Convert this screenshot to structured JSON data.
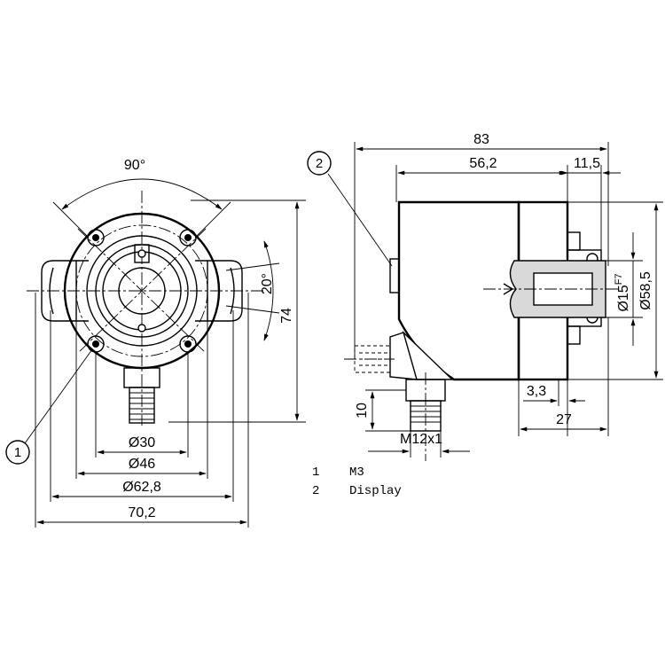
{
  "front_view": {
    "angle_top": "90°",
    "angle_side": "20°",
    "height": "74",
    "dia_30": "Ø30",
    "dia_46": "Ø46",
    "dia_62_8": "Ø62,8",
    "width_70_2": "70,2",
    "callout_1": "1"
  },
  "side_view": {
    "length_83": "83",
    "length_56_2": "56,2",
    "length_11_5": "11,5",
    "shaft_dia": "Ø15",
    "shaft_fit": "F7",
    "dia_58_5": "Ø58,5",
    "dim_3_3": "3,3",
    "dim_27": "27",
    "dim_10": "10",
    "thread": "M12x1",
    "callout_2": "2"
  },
  "legend": [
    {
      "num": "1",
      "text": "M3"
    },
    {
      "num": "2",
      "text": "Display"
    }
  ]
}
